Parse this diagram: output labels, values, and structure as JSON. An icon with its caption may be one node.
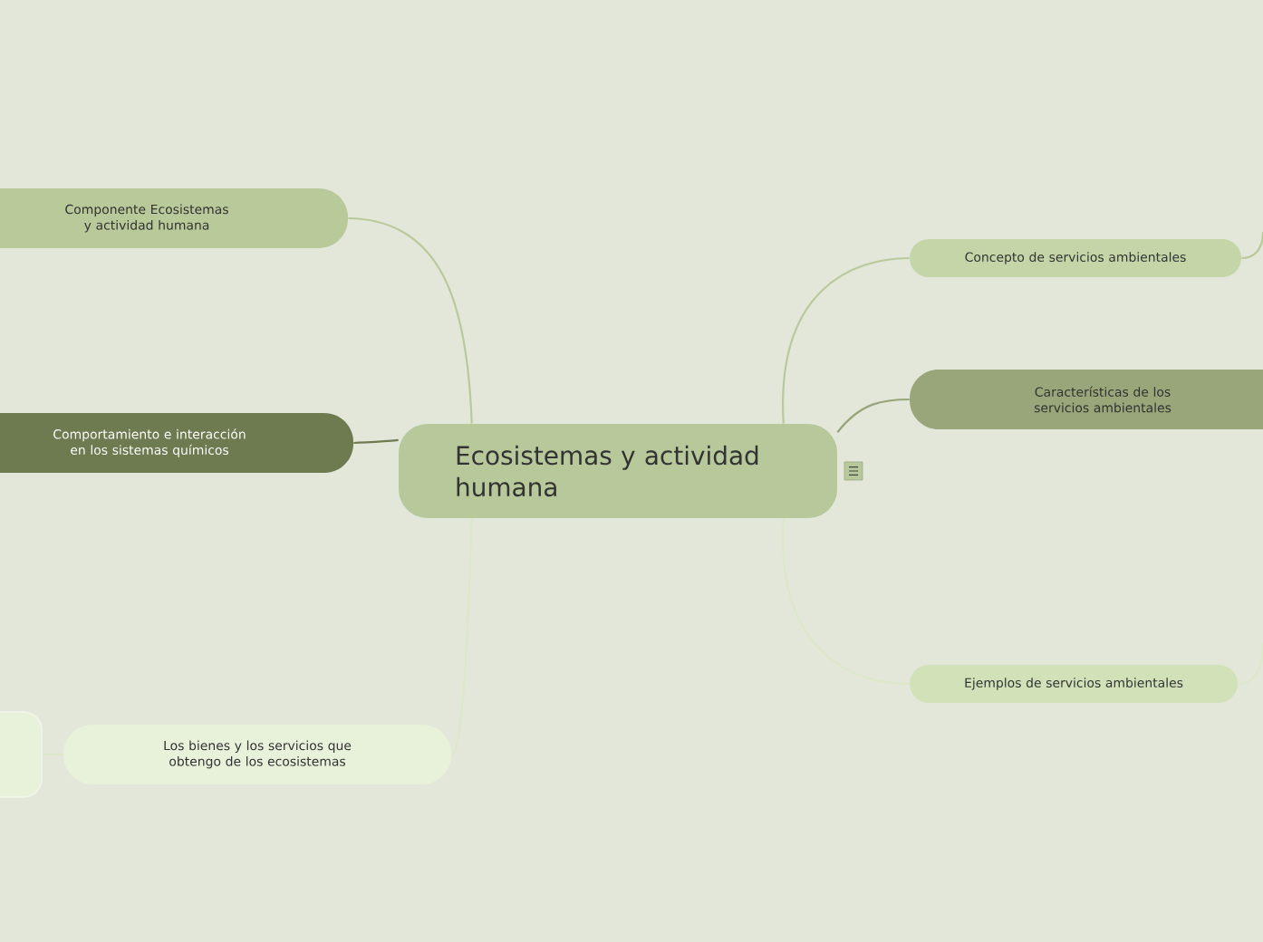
{
  "diagram": {
    "nodes": [
      {
        "text": [
          "Ecosistemas y actividad humana"
        ]
      },
      {
        "text": [
          "Componente Ecosistemas y actividad humana"
        ]
      },
      {
        "text": [
          "Comportamiento e interacción en los sistemas químicos"
        ]
      },
      {
        "text": [
          "Los bienes y los servicios que obtengo de los ecosistemas"
        ]
      },
      {
        "text": [
          "Concepto de servicios ambientales"
        ]
      },
      {
        "text": [
          "Características de los servicios ambientales"
        ]
      },
      {
        "text": [
          "Ejemplos de servicios ambientales"
        ]
      },
      {
        "text": [],
        "shape": "box"
      }
    ],
    "edges": [
      {
        "from": 0,
        "to": 1,
        "arrow": "none"
      },
      {
        "from": 0,
        "to": 2,
        "arrow": "none",
        "color": "#6e7b50"
      },
      {
        "from": 0,
        "to": 3,
        "arrow": "none",
        "color": "#dbe8c9"
      },
      {
        "from": 0,
        "to": 4,
        "arrow": "none"
      },
      {
        "from": 0,
        "to": 5,
        "arrow": "none",
        "color": "#97a678"
      },
      {
        "from": 0,
        "to": 6,
        "arrow": "none",
        "color": "#dbe8c9"
      },
      {
        "from": 3,
        "to": 7,
        "arrow": "none",
        "color": "#dbe8c9"
      },
      {
        "from": 4,
        "to": null,
        "arrow": "none"
      },
      {
        "from": 6,
        "to": null,
        "arrow": "none",
        "color": "#dbe8c9"
      }
    ]
  }
}
